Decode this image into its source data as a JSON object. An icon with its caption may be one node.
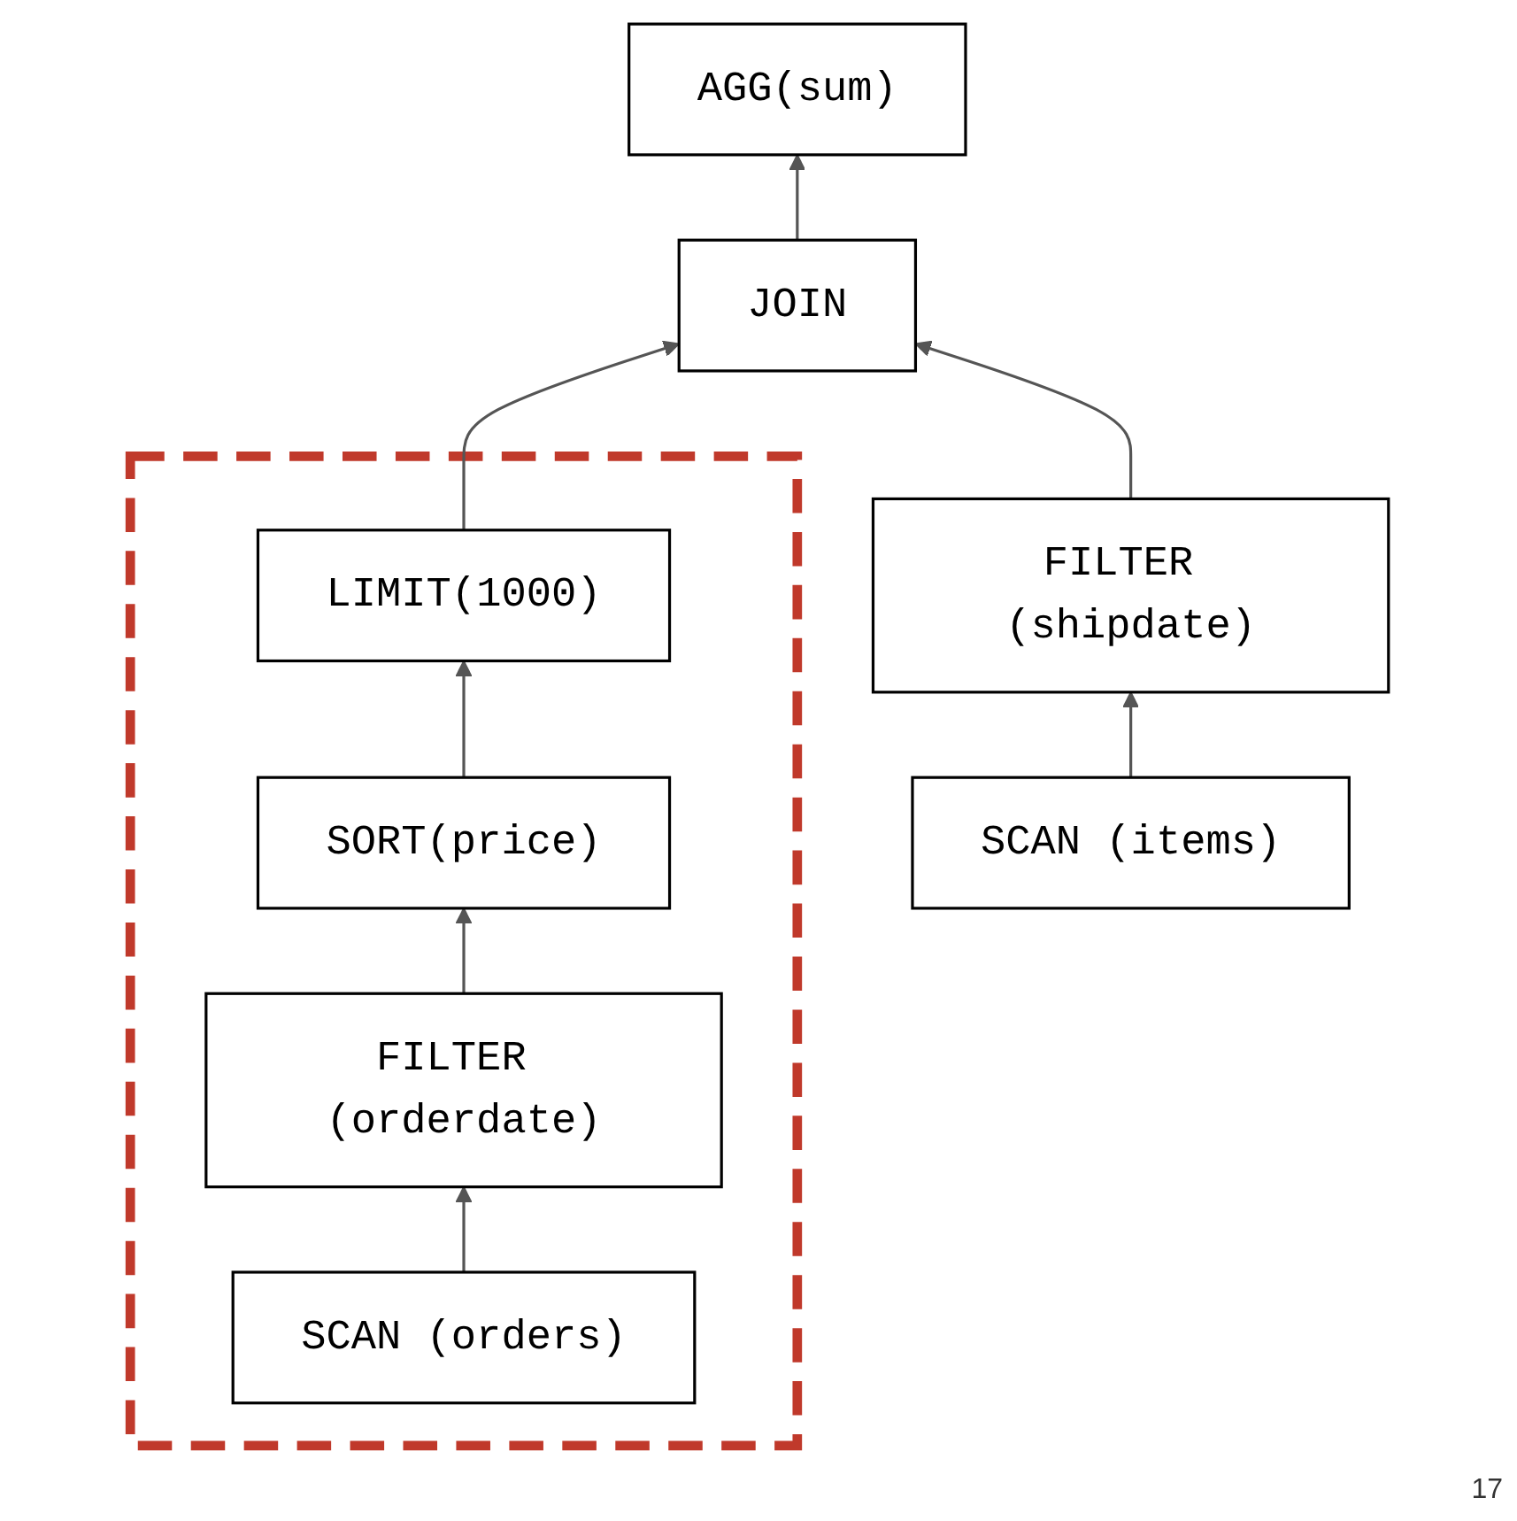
{
  "diagram": {
    "nodes": [
      {
        "text": [
          "AGG(sum)"
        ]
      },
      {
        "text": [
          "JOIN"
        ]
      },
      {
        "text": [],
        "shape": "box"
      },
      {
        "text": [
          "LIMIT(1000)"
        ],
        "in": 2
      },
      {
        "text": [
          "SORT(price)"
        ],
        "in": 2
      },
      {
        "text": [
          "FILTER (orderdate)"
        ],
        "in": 2
      },
      {
        "text": [
          "SCAN (orders)"
        ],
        "in": 2
      },
      {
        "text": [
          "FILTER (shipdate)"
        ]
      },
      {
        "text": [
          "SCAN (items)"
        ]
      }
    ],
    "edges": [
      {
        "from": 1,
        "to": 0,
        "arrow": "to"
      },
      {
        "from": 3,
        "to": 1,
        "arrow": "to"
      },
      {
        "from": 7,
        "to": 1,
        "arrow": "to"
      },
      {
        "from": 4,
        "to": 3,
        "arrow": "to"
      },
      {
        "from": 8,
        "to": 7,
        "arrow": "to"
      },
      {
        "from": 5,
        "to": 4,
        "arrow": "to"
      },
      {
        "from": 6,
        "to": 5,
        "arrow": "to"
      }
    ],
    "labels": [
      "17"
    ]
  }
}
